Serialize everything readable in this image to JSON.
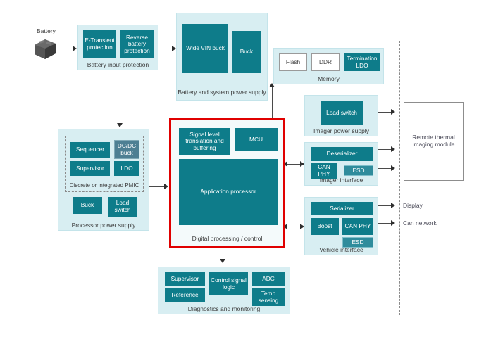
{
  "diagram": {
    "title": "Automotive remote thermal imaging system block diagram",
    "colors": {
      "teal": "#0e7c8a",
      "steel": "#4d7f93",
      "esd": "#2f8c9c",
      "group_fill": "#d8eef2",
      "highlight_border": "#e00000",
      "line": "#4a4a4a"
    }
  },
  "source": {
    "label": "Battery",
    "icon": "battery-3d-icon"
  },
  "groups": {
    "battery_input_protection": {
      "label": "Battery input protection",
      "blocks": [
        {
          "label": "E-Transient protection",
          "style": "teal"
        },
        {
          "label": "Reverse battery protection",
          "style": "teal"
        }
      ]
    },
    "battery_system_power_supply": {
      "label": "Battery and system power supply",
      "blocks": [
        {
          "label": "Wide VIN buck",
          "style": "teal"
        },
        {
          "label": "Buck",
          "style": "teal"
        }
      ]
    },
    "memory": {
      "label": "Memory",
      "blocks": [
        {
          "label": "Flash",
          "style": "white"
        },
        {
          "label": "DDR",
          "style": "white"
        },
        {
          "label": "Termination LDO",
          "style": "teal"
        }
      ]
    },
    "imager_power_supply": {
      "label": "Imager power supply",
      "blocks": [
        {
          "label": "Load switch",
          "style": "teal"
        }
      ]
    },
    "imager_interface": {
      "label": "Imager interface",
      "blocks": [
        {
          "label": "Deserializer",
          "style": "teal"
        },
        {
          "label": "CAN PHY",
          "style": "teal"
        },
        {
          "label": "ESD",
          "style": "esd"
        }
      ]
    },
    "vehicle_interface": {
      "label": "Vehicle interface",
      "blocks": [
        {
          "label": "Serializer",
          "style": "teal"
        },
        {
          "label": "Boost",
          "style": "teal"
        },
        {
          "label": "CAN PHY",
          "style": "teal"
        },
        {
          "label": "ESD",
          "style": "esd"
        }
      ]
    },
    "processor_power_supply": {
      "label": "Processor power supply",
      "sub_group": {
        "label": "Discrete or integrated PMIC",
        "blocks": [
          {
            "label": "Sequencer",
            "style": "teal"
          },
          {
            "label": "DC/DC buck",
            "style": "steel"
          },
          {
            "label": "Supervisor",
            "style": "teal"
          },
          {
            "label": "LDO",
            "style": "teal"
          }
        ]
      },
      "blocks": [
        {
          "label": "Buck",
          "style": "teal"
        },
        {
          "label": "Load switch",
          "style": "teal"
        }
      ]
    },
    "digital_processing_control": {
      "label": "Digital processing / control",
      "highlighted": true,
      "blocks": [
        {
          "label": "Signal level translation and buffering",
          "style": "teal"
        },
        {
          "label": "MCU",
          "style": "teal"
        },
        {
          "label": "Application processor",
          "style": "teal"
        }
      ]
    },
    "diagnostics_and_monitoring": {
      "label": "Diagnostics and monitoring",
      "blocks": [
        {
          "label": "Supervisor",
          "style": "teal"
        },
        {
          "label": "Control signal logic",
          "style": "teal"
        },
        {
          "label": "ADC",
          "style": "teal"
        },
        {
          "label": "Reference",
          "style": "teal"
        },
        {
          "label": "Temp sensing",
          "style": "teal"
        }
      ]
    }
  },
  "external": {
    "remote_module": "Remote thermal imaging module",
    "display": "Display",
    "can_network": "Can network"
  }
}
